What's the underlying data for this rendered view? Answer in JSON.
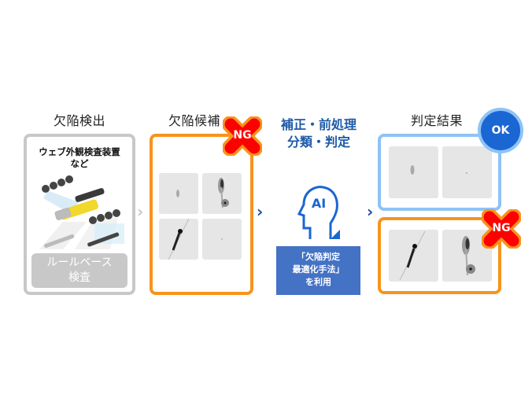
{
  "stages": {
    "detection": {
      "heading": "欠陥検出",
      "device_label_line1": "ウェブ外観検査装置",
      "device_label_line2": "など",
      "rule_label_line1": "ルールベース",
      "rule_label_line2": "検査",
      "border_color": "#c8c8c8"
    },
    "candidates": {
      "heading": "欠陥候補",
      "badge": "NG",
      "border_color": "#f7941d",
      "tiles": [
        "small-spot",
        "streak-with-blob",
        "diagonal-scratch",
        "tiny-dot"
      ]
    },
    "processing": {
      "title_line1": "補正・前処理",
      "title_line2": "分類・判定",
      "icon_text": "AI",
      "method_line1": "「欠陥判定",
      "method_line2": "最適化手法」",
      "method_line3": "を利用",
      "accent_color": "#1d5aa8",
      "box_color": "#4472c4"
    },
    "results": {
      "heading": "判定結果",
      "ok": {
        "badge": "OK",
        "border_color": "#8ec3f5",
        "badge_color": "#1a66d2",
        "tiles": [
          "small-spot",
          "tiny-dot"
        ]
      },
      "ng": {
        "badge": "NG",
        "border_color": "#f7941d",
        "badge_color": "#ff0000",
        "tiles": [
          "diagonal-scratch",
          "streak-with-blob"
        ]
      }
    }
  },
  "arrows": {
    "glyph": "›"
  }
}
